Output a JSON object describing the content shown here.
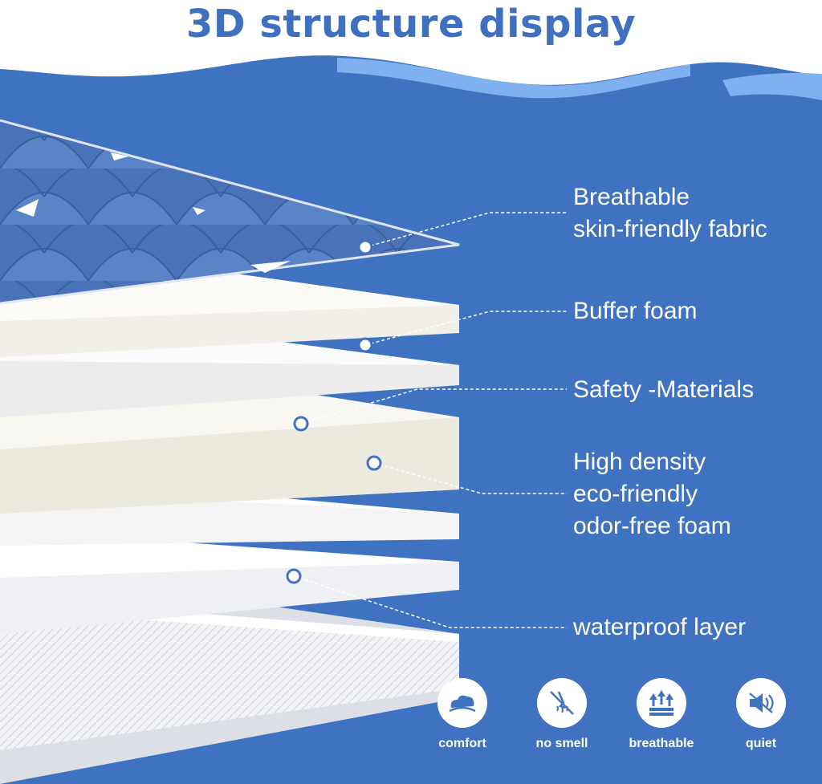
{
  "title": "3D structure display",
  "colors": {
    "background_blue": "#3f73c1",
    "title_blue": "#3f6fbf",
    "wave_light": "#7fb0f0",
    "fabric_blue": "#4b73b8",
    "label_white": "#ffffff"
  },
  "layers": [
    {
      "name": "fabric",
      "lines": [
        "Breathable",
        "skin-friendly fabric"
      ]
    },
    {
      "name": "buffer",
      "lines": [
        "Buffer foam"
      ]
    },
    {
      "name": "safety",
      "lines": [
        "Safety -Materials"
      ]
    },
    {
      "name": "density",
      "lines": [
        "High density",
        "eco-friendly",
        "odor-free foam"
      ]
    },
    {
      "name": "waterproof",
      "lines": [
        "waterproof layer"
      ]
    }
  ],
  "features": [
    {
      "label": "comfort",
      "icon": "cloud-comfort-icon"
    },
    {
      "label": "no smell",
      "icon": "no-smell-icon"
    },
    {
      "label": "breathable",
      "icon": "breathable-arrows-icon"
    },
    {
      "label": "quiet",
      "icon": "speaker-mute-icon"
    }
  ]
}
